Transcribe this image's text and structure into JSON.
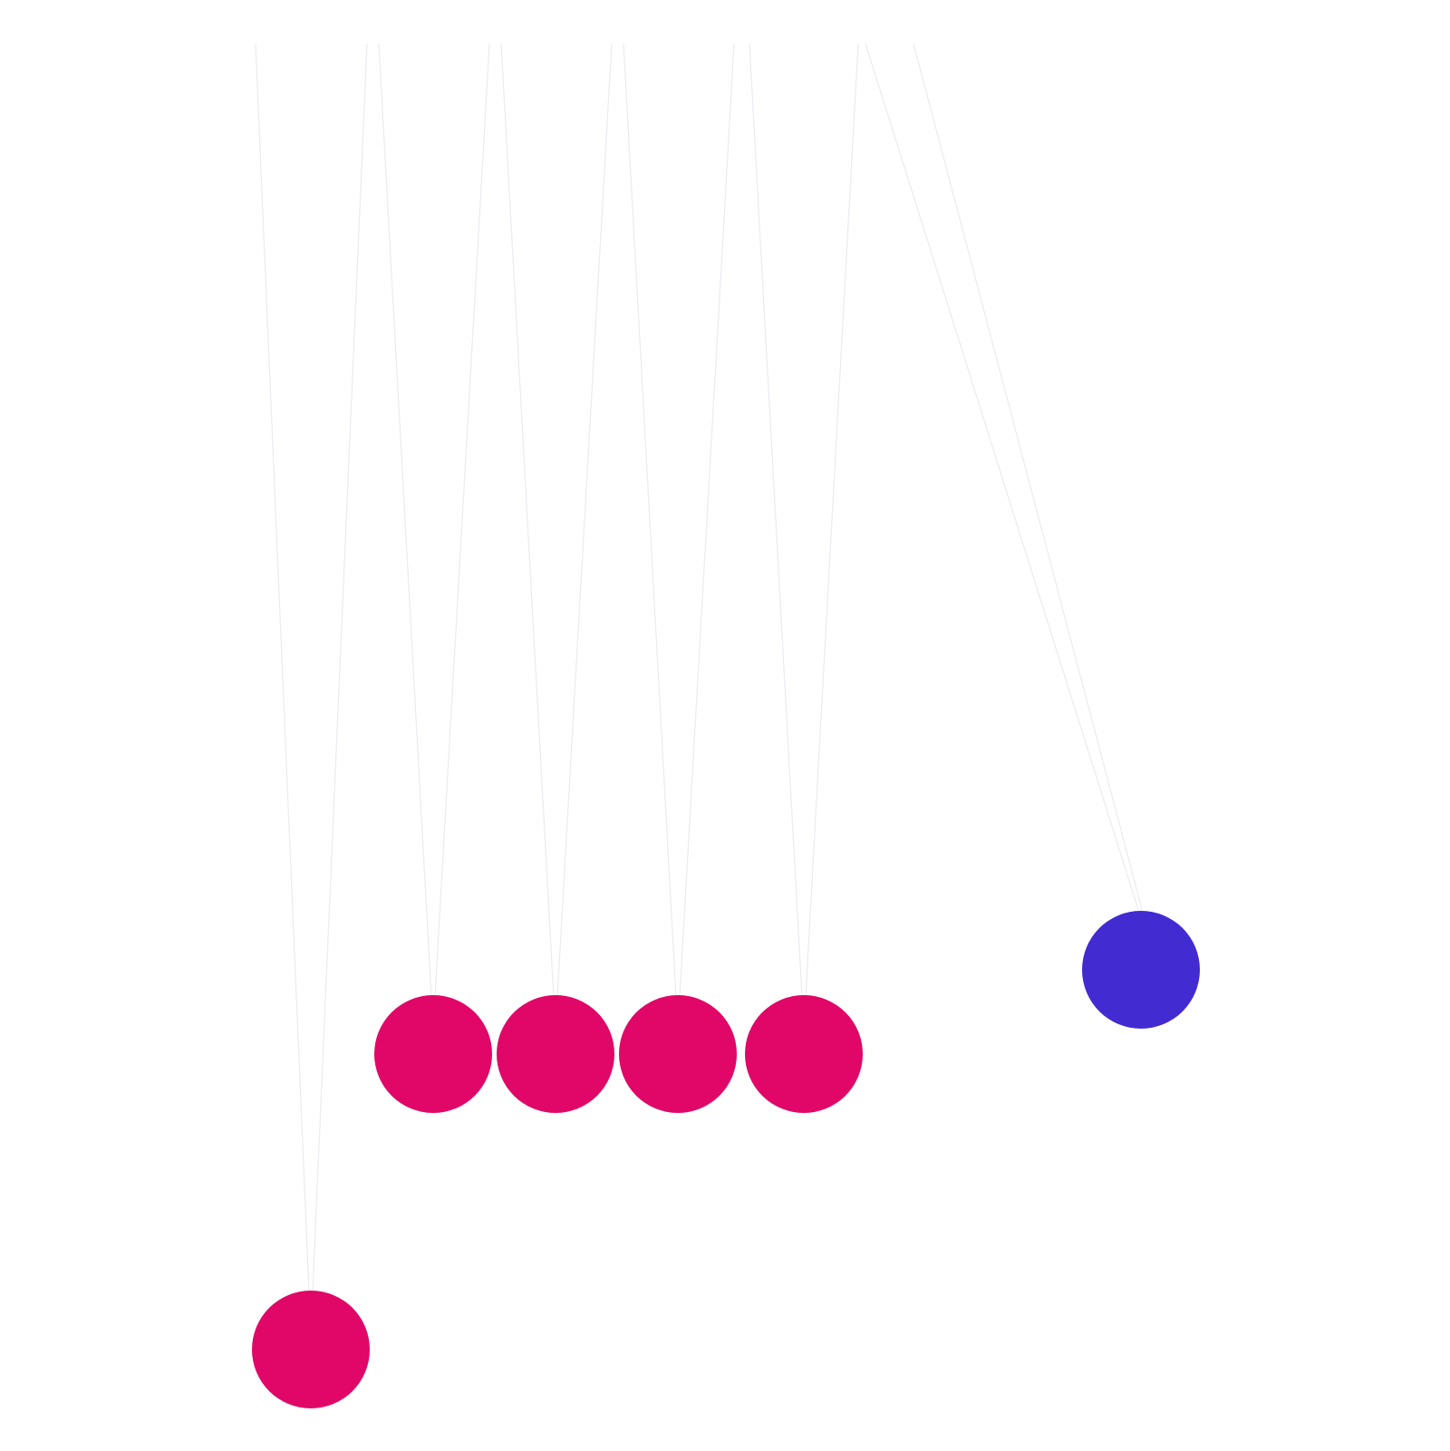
{
  "colors": {
    "background": "#ffffff",
    "string": "#e9e9ee",
    "ball_primary": "#e00768",
    "ball_highlight": "#432bd2"
  },
  "pendulums": [
    {
      "name": "pendulum-ball-1",
      "color": "#e00768"
    },
    {
      "name": "pendulum-ball-2",
      "color": "#e00768"
    },
    {
      "name": "pendulum-ball-3",
      "color": "#e00768"
    },
    {
      "name": "pendulum-ball-4",
      "color": "#e00768"
    },
    {
      "name": "pendulum-ball-5",
      "color": "#e00768"
    },
    {
      "name": "pendulum-ball-6",
      "color": "#432bd2"
    }
  ]
}
